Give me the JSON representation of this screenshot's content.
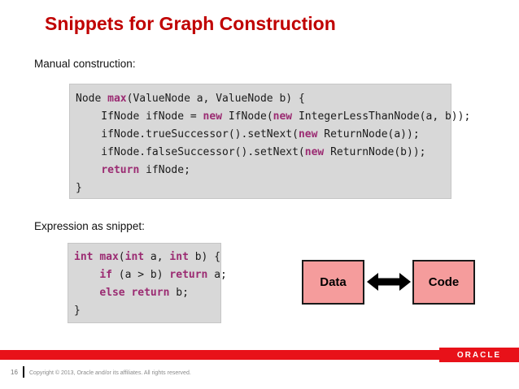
{
  "slide": {
    "title": "Snippets for Graph Construction",
    "section1_label": "Manual construction:",
    "section2_label": "Expression as snippet:",
    "code_block_1": {
      "lines": [
        [
          {
            "t": "Node "
          },
          {
            "t": "max",
            "kw": true
          },
          {
            "t": "(ValueNode a, ValueNode b) {"
          }
        ],
        [
          {
            "t": "    IfNode ifNode = "
          },
          {
            "t": "new",
            "kw": true
          },
          {
            "t": " IfNode("
          },
          {
            "t": "new",
            "kw": true
          },
          {
            "t": " IntegerLessThanNode(a, b));"
          }
        ],
        [
          {
            "t": "    ifNode.trueSuccessor().setNext("
          },
          {
            "t": "new",
            "kw": true
          },
          {
            "t": " ReturnNode(a));"
          }
        ],
        [
          {
            "t": "    ifNode.falseSuccessor().setNext("
          },
          {
            "t": "new",
            "kw": true
          },
          {
            "t": " ReturnNode(b));"
          }
        ],
        [
          {
            "t": "    "
          },
          {
            "t": "return",
            "kw": true
          },
          {
            "t": " ifNode;"
          }
        ],
        [
          {
            "t": "}"
          }
        ]
      ]
    },
    "code_block_2": {
      "lines": [
        [
          {
            "t": "int",
            "kw": true
          },
          {
            "t": " "
          },
          {
            "t": "max",
            "kw": true
          },
          {
            "t": "("
          },
          {
            "t": "int",
            "kw": true
          },
          {
            "t": " a, "
          },
          {
            "t": "int",
            "kw": true
          },
          {
            "t": " b) {"
          }
        ],
        [
          {
            "t": "    "
          },
          {
            "t": "if",
            "kw": true
          },
          {
            "t": " (a > b) "
          },
          {
            "t": "return",
            "kw": true
          },
          {
            "t": " a;"
          }
        ],
        [
          {
            "t": "    "
          },
          {
            "t": "else",
            "kw": true
          },
          {
            "t": " "
          },
          {
            "t": "return",
            "kw": true
          },
          {
            "t": " b;"
          }
        ],
        [
          {
            "t": "}"
          }
        ]
      ]
    },
    "diagram": {
      "data_box_label": "Data",
      "code_box_label": "Code",
      "arrow": "double-headed-horizontal"
    },
    "footer": {
      "page_number": "16",
      "copyright": "Copyright © 2013, Oracle and/or its affiliates. All rights reserved.",
      "logo_text": "ORACLE"
    },
    "colors": {
      "title_red": "#c00000",
      "keyword_magenta": "#9b2b72",
      "code_background_gray": "#d8d8d8",
      "diagram_box_pink": "#f59c9c",
      "footer_bar_red": "#e81119",
      "code_text": "#1b1b1b"
    }
  }
}
